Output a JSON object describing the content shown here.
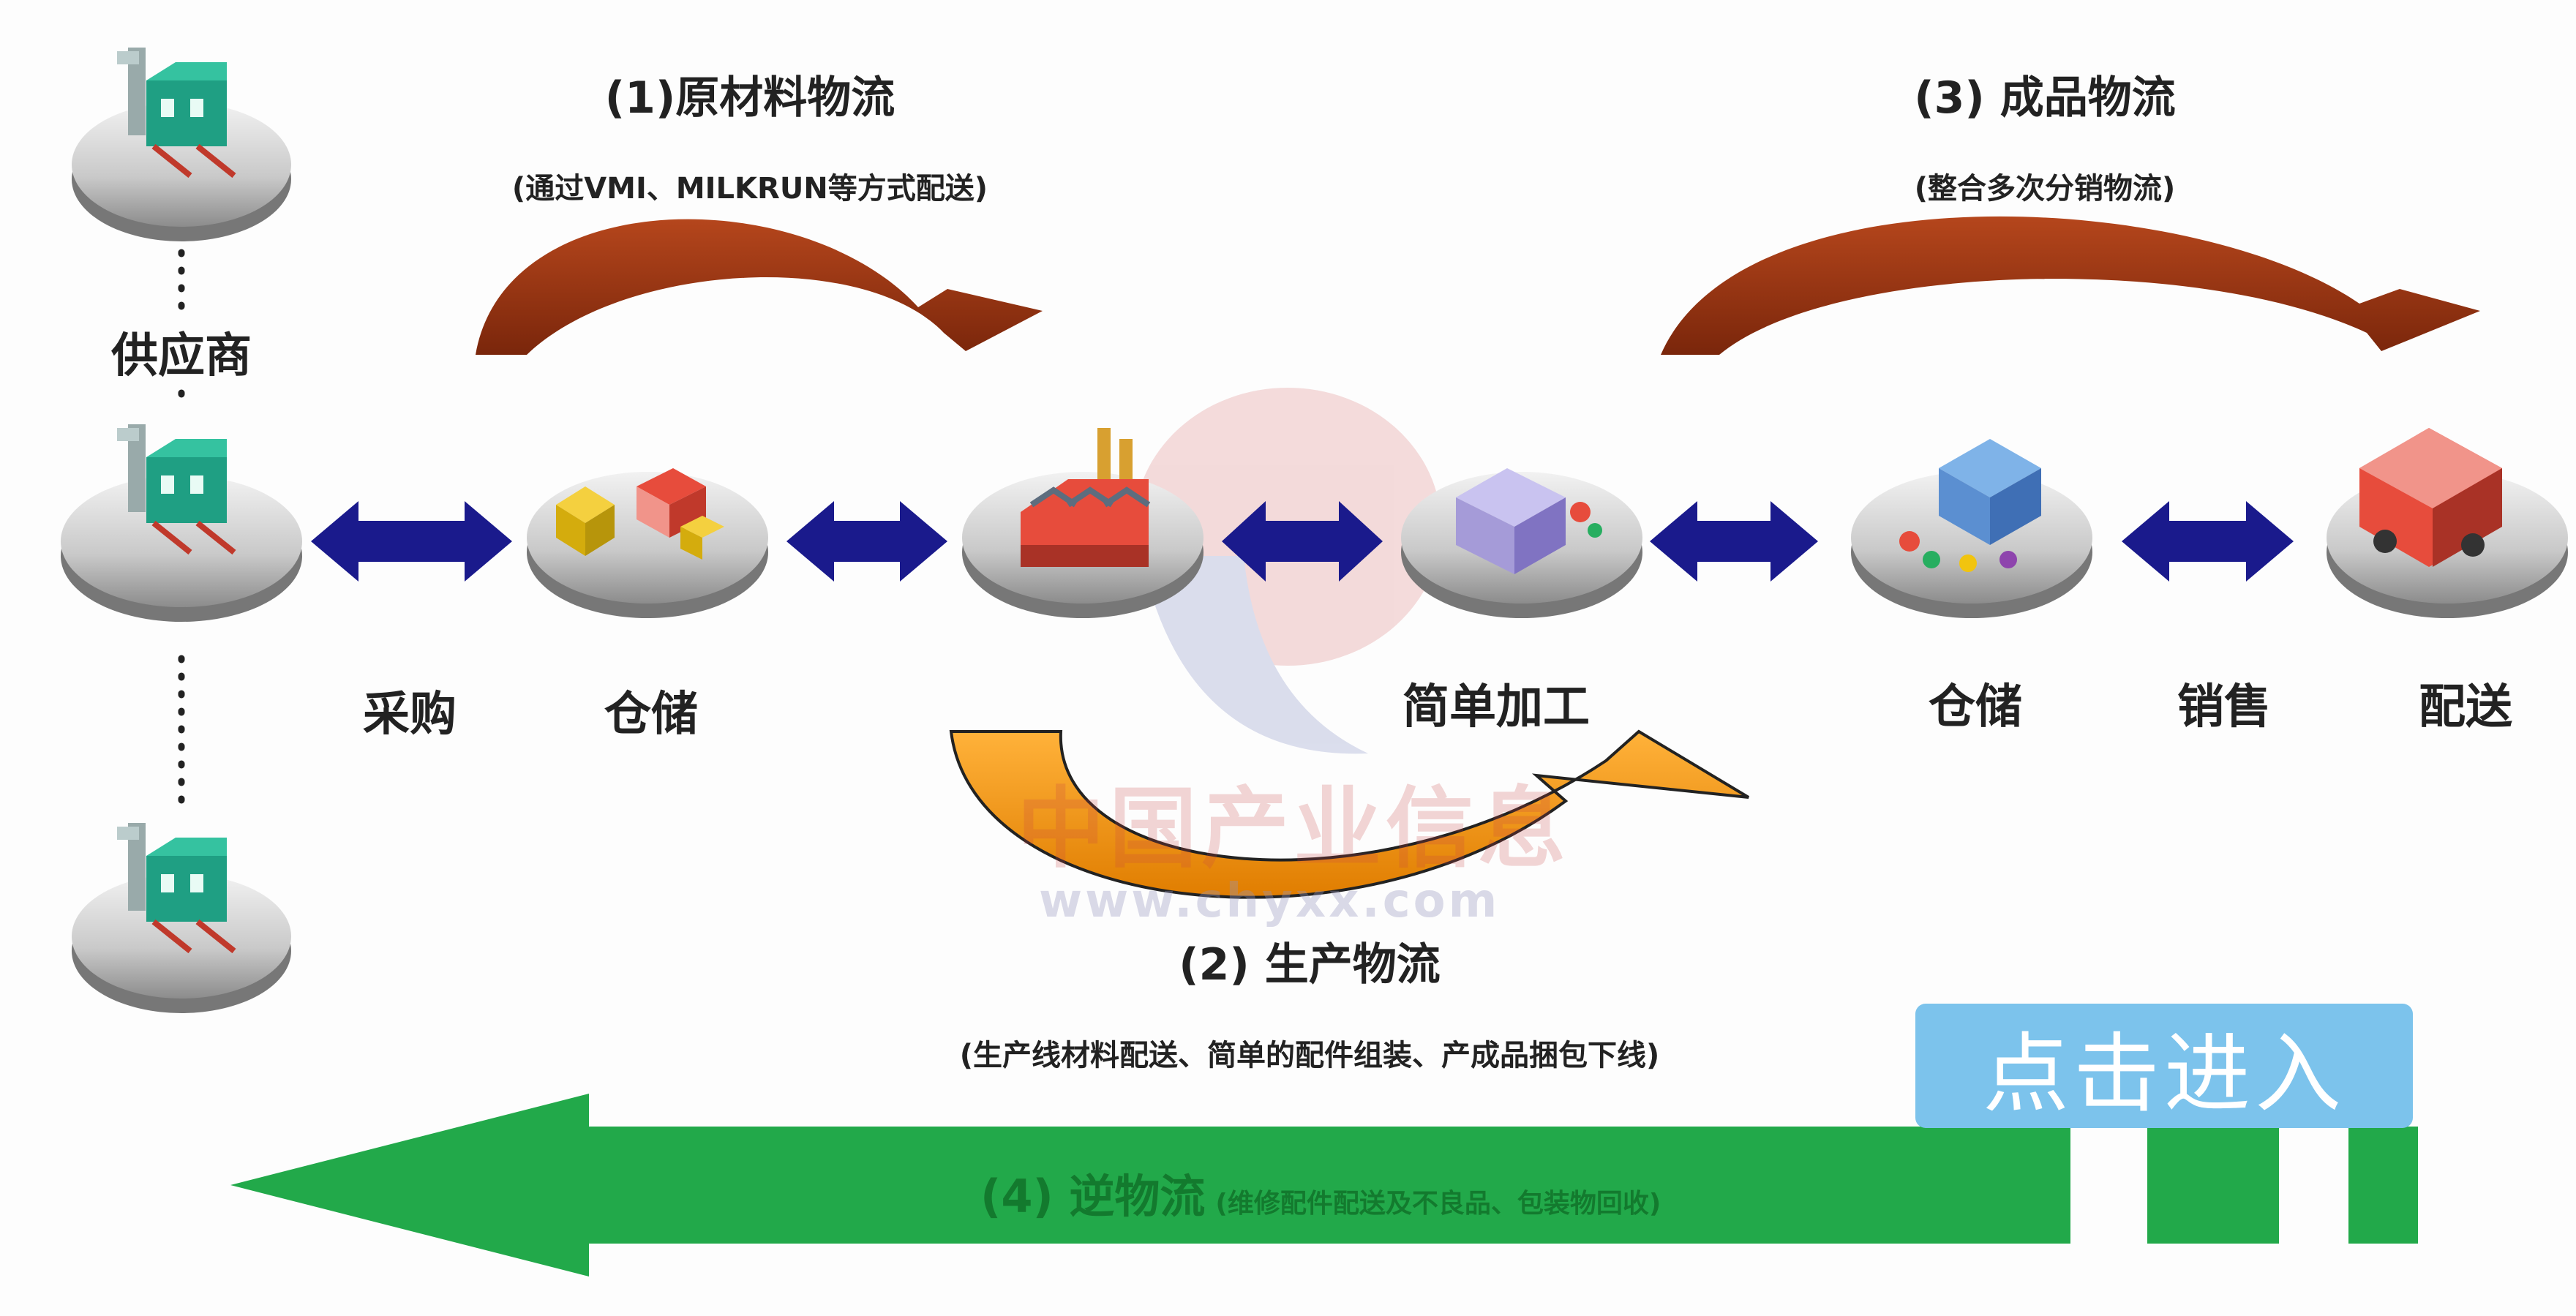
{
  "flows": {
    "raw_material": {
      "title": "(1)原材料物流",
      "subtitle": "(通过VMI、MILKRUN等方式配送)"
    },
    "production": {
      "title": "(2) 生产物流",
      "subtitle": "(生产线材料配送、简单的配件组装、产成品捆包下线)"
    },
    "finished_goods": {
      "title": "(3) 成品物流",
      "subtitle": "(整合多次分销物流)"
    },
    "reverse": {
      "title": "(4) 逆物流",
      "subtitle": "(维修配件配送及不良品、包装物回收)"
    }
  },
  "nodes": {
    "supplier": "供应商",
    "purchase": "采购",
    "storage_1": "仓储",
    "processing": "简单加工",
    "storage_2": "仓储",
    "sales": "销售",
    "delivery": "配送"
  },
  "watermark": {
    "text": "中国产业信息",
    "url": "www.chyxx.com"
  },
  "enter_button": {
    "label": "点击进入"
  },
  "colors": {
    "curved_arrow": "#9b3412",
    "double_arrow": "#1a1a8c",
    "production_arrow": "#f39c12",
    "reverse_arrow": "#22a94a",
    "enter_button": "#7cc3ec"
  },
  "icons": [
    "factory-icon",
    "boxes-icon",
    "plant-icon",
    "machine-icon",
    "warehouse-icon",
    "truck-icon"
  ]
}
